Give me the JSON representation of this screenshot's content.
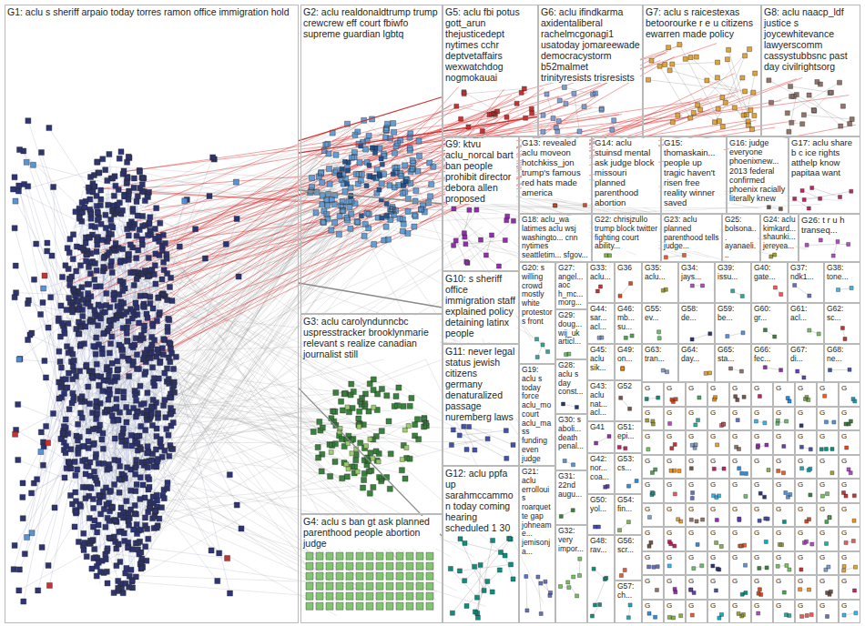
{
  "diagram": {
    "nodes": [
      {
        "text": [
          "G1: aclu s sheriff arpaio today torres ramon office immigration hold"
        ]
      },
      {
        "text": [
          "G2: aclu realdonaldtrump trump crewcrew eff court fbiwfo supreme guardian lgbtq"
        ]
      },
      {
        "text": [
          "G3: aclu carolyndunncbc uspresstracker brooklynmarie relevant s realize canadian journalist still"
        ]
      },
      {
        "text": [
          "G4: aclu s ban gt ask planned parenthood people abortion judge"
        ]
      },
      {
        "text": [
          "G5: aclu fbi potus gott_arun thejusticedept nytimes cchr deptvetaffairs wexwatchdog nogmokauai"
        ]
      },
      {
        "text": [
          "G6: aclu ifindkarma axidentaliberal rachelmcgonagi1 usatoday jomareewade democracystorm b52malmet trinityresists trisresists"
        ]
      },
      {
        "text": [
          "G7: aclu s raicestexas betoorourke r e u citizens ewarren made policy"
        ]
      },
      {
        "text": [
          "G8: aclu naacp_ldf justice s joycewhitevance lawyerscomm cassystubbsnc past day civilrightsorg"
        ]
      },
      {
        "text": [
          "G9: ktvu aclu_norcal bart ban people prohibit director debora allen proposed"
        ]
      },
      {
        "text": [
          "G10: s sheriff office immigration staff explained policy detaining latinx people"
        ]
      },
      {
        "text": [
          "G11: never legal status jewish citizens germany denaturalized passage nuremberg laws"
        ]
      },
      {
        "text": [
          "G12: aclu ppfa up sarahmccammon today coming hearing scheduled 1 30"
        ]
      },
      {
        "text": [
          "G13: revealed aclu moveon hotchkiss_jon trump's famous red hats made america"
        ]
      },
      {
        "text": [
          "G14: aclu stuinsd mental ask judge block missouri planned parenthood abortion"
        ]
      },
      {
        "text": [
          "G15: thomaskain... people up tragic haven't risen free reality winner saved"
        ]
      },
      {
        "text": [
          "G16: judge everyone phoenixnew... 2013 federal confirmed phoenix racially literally knew"
        ]
      },
      {
        "text": [
          "G17: aclu share b c ice rights atthelp know papitaa want"
        ]
      },
      {
        "text": [
          "G18: aclu_wa latimes aclu wsj washingto... cnn nytimes seattletim... sfgov..."
        ]
      },
      {
        "text": [
          "G22: chrisjzullo trump block twitter fighting court ability..."
        ]
      },
      {
        "text": [
          "G23: aclu planned parenthood tells judge..."
        ]
      },
      {
        "text": [
          "G25: bolsona... ayanaeli..."
        ]
      },
      {
        "text": [
          "G24: aclu kimkard... shaunki... jereyea..."
        ]
      },
      {
        "text": [
          "G26: t r u h transeq..."
        ]
      },
      {
        "text": [
          "G20: s willing crowd mostly white protestors front"
        ]
      },
      {
        "text": [
          "G19: aclu s today force aclu_mo court aclu_mass funding even judge"
        ]
      },
      {
        "text": [
          "G21: aclu errollouis roarquette gap johneame... jemisonja..."
        ]
      },
      {
        "text": [
          "G27: angel... aoc h_mc... morg..."
        ]
      },
      {
        "text": [
          "G29: doug... wij_uk articl..."
        ]
      },
      {
        "text": [
          "G28: aclu s day const..."
        ]
      },
      {
        "text": [
          "G30: s aboli... death penal..."
        ]
      },
      {
        "text": [
          "G31: 22nd augu..."
        ]
      },
      {
        "text": [
          "G32: very impor..."
        ]
      },
      {
        "text": [
          "G33: aclu..."
        ]
      },
      {
        "text": [
          "G44: sar... acl..."
        ]
      },
      {
        "text": [
          "G45: aclu sik..."
        ]
      },
      {
        "text": [
          "G43: aclu nat... acl..."
        ]
      },
      {
        "text": [
          "G41"
        ]
      },
      {
        "text": [
          "G42: nor... coa..."
        ]
      },
      {
        "text": [
          "G50: yol..."
        ]
      },
      {
        "text": [
          "G48: rav..."
        ]
      },
      {
        "text": [
          "G36"
        ]
      },
      {
        "text": [
          "G46: mb... su..."
        ]
      },
      {
        "text": [
          "G49: on..."
        ]
      },
      {
        "text": [
          "G52"
        ]
      },
      {
        "text": [
          "G51: epi..."
        ]
      },
      {
        "text": [
          "G53: cs..."
        ]
      },
      {
        "text": [
          "G54: fin..."
        ]
      },
      {
        "text": [
          "G56: scr..."
        ]
      },
      {
        "text": [
          "G57: ch..."
        ]
      },
      {
        "text": [
          "G35: aclu..."
        ]
      },
      {
        "text": [
          "G34: jays..."
        ]
      },
      {
        "text": [
          "G39: issu..."
        ]
      },
      {
        "text": [
          "G40: gate..."
        ]
      },
      {
        "text": [
          "G37: ndk1..."
        ]
      },
      {
        "text": [
          "G38: tone..."
        ]
      },
      {
        "text": [
          "G55: ev..."
        ]
      },
      {
        "text": [
          "G58: de..."
        ]
      },
      {
        "text": [
          "G59: be..."
        ]
      },
      {
        "text": [
          "G60: gr..."
        ]
      },
      {
        "text": [
          "G61: acl..."
        ]
      },
      {
        "text": [
          "G62: sc..."
        ]
      },
      {
        "text": [
          "G63: tran..."
        ]
      },
      {
        "text": [
          "G64: day..."
        ]
      },
      {
        "text": [
          "G65: sta..."
        ]
      },
      {
        "text": [
          "G66: fec..."
        ]
      },
      {
        "text": [
          "G67: di..."
        ]
      },
      {
        "text": [
          "G68: ne..."
        ]
      },
      {
        "text": [
          "G"
        ]
      },
      {
        "text": [
          "G"
        ]
      },
      {
        "text": [
          "G"
        ]
      },
      {
        "text": [
          "G"
        ]
      },
      {
        "text": [
          "G"
        ]
      },
      {
        "text": [
          "G"
        ]
      },
      {
        "text": [
          "G"
        ]
      },
      {
        "text": [
          "G"
        ]
      },
      {
        "text": [
          "G"
        ]
      },
      {
        "text": [
          "G"
        ]
      },
      {
        "text": [
          "G"
        ]
      },
      {
        "text": [
          "G"
        ]
      },
      {
        "text": [
          "G"
        ]
      },
      {
        "text": [
          "G"
        ]
      },
      {
        "text": [
          "G"
        ]
      },
      {
        "text": [
          "G"
        ]
      },
      {
        "text": [
          "G"
        ]
      },
      {
        "text": [
          "G"
        ]
      },
      {
        "text": [
          "G"
        ]
      },
      {
        "text": [
          "G"
        ]
      },
      {
        "text": [
          "G"
        ]
      },
      {
        "text": [
          "G"
        ]
      },
      {
        "text": [
          "G"
        ]
      },
      {
        "text": [
          "G"
        ]
      },
      {
        "text": [
          "G"
        ]
      },
      {
        "text": [
          "G"
        ]
      },
      {
        "text": [
          "G"
        ]
      },
      {
        "text": [
          "G"
        ]
      },
      {
        "text": [
          "G"
        ]
      },
      {
        "text": [
          "G"
        ]
      },
      {
        "text": [
          "G"
        ]
      },
      {
        "text": [
          "G"
        ]
      },
      {
        "text": [
          "G"
        ]
      },
      {
        "text": [
          "G"
        ]
      },
      {
        "text": [
          "G"
        ]
      },
      {
        "text": [
          "G"
        ]
      },
      {
        "text": [
          "G"
        ]
      },
      {
        "text": [
          "G"
        ]
      },
      {
        "text": [
          "G"
        ]
      },
      {
        "text": [
          "G"
        ]
      },
      {
        "text": [
          "G"
        ]
      },
      {
        "text": [
          "G"
        ]
      },
      {
        "text": [
          "G"
        ]
      },
      {
        "text": [
          "G"
        ]
      },
      {
        "text": [
          "G"
        ]
      },
      {
        "text": [
          "G"
        ]
      },
      {
        "text": [
          "G"
        ]
      },
      {
        "text": [
          "G"
        ]
      },
      {
        "text": [
          "G"
        ]
      },
      {
        "text": [
          "G"
        ]
      },
      {
        "text": [
          "G"
        ]
      },
      {
        "text": [
          "G"
        ]
      },
      {
        "text": [
          "G"
        ]
      },
      {
        "text": [
          "G"
        ]
      },
      {
        "text": [
          "G"
        ]
      },
      {
        "text": [
          "G"
        ]
      },
      {
        "text": [
          "G"
        ]
      },
      {
        "text": [
          "G"
        ]
      },
      {
        "text": [
          "G"
        ]
      },
      {
        "text": [
          "G"
        ]
      },
      {
        "text": [
          "G"
        ]
      },
      {
        "text": [
          "G"
        ]
      },
      {
        "text": [
          "G"
        ]
      },
      {
        "text": [
          "G"
        ]
      },
      {
        "text": [
          "G"
        ]
      },
      {
        "text": [
          "G"
        ]
      },
      {
        "text": [
          "G"
        ]
      },
      {
        "text": [
          "G"
        ]
      },
      {
        "text": [
          "G"
        ]
      },
      {
        "text": [
          "G"
        ]
      },
      {
        "text": [
          "G"
        ]
      },
      {
        "text": [
          "G"
        ]
      },
      {
        "text": [
          "G"
        ]
      },
      {
        "text": [
          "G"
        ]
      },
      {
        "text": [
          "G"
        ]
      },
      {
        "text": [
          "G"
        ]
      },
      {
        "text": [
          "G"
        ]
      },
      {
        "text": [
          "G"
        ]
      },
      {
        "text": [
          "G"
        ]
      },
      {
        "text": [
          "G"
        ]
      },
      {
        "text": [
          "G"
        ]
      },
      {
        "text": [
          "G"
        ]
      },
      {
        "text": [
          "G"
        ]
      },
      {
        "text": [
          "G"
        ]
      },
      {
        "text": [
          "G"
        ]
      },
      {
        "text": [
          "G"
        ]
      },
      {
        "text": [
          "G"
        ]
      },
      {
        "text": [
          "G"
        ]
      },
      {
        "text": [
          "G"
        ]
      },
      {
        "text": [
          "G"
        ]
      },
      {
        "text": [
          "G"
        ]
      },
      {
        "text": [
          "G"
        ]
      },
      {
        "text": [
          "G"
        ]
      },
      {
        "text": [
          "G"
        ]
      },
      {
        "text": [
          "G"
        ]
      },
      {
        "text": [
          "G"
        ]
      },
      {
        "text": [
          "G"
        ]
      },
      {
        "text": [
          "G"
        ]
      },
      {
        "text": [
          "G"
        ]
      },
      {
        "text": [
          "G"
        ]
      }
    ],
    "edges": [
      {
        "from": 0,
        "to": 4,
        "arrow": "none"
      },
      {
        "from": 0,
        "to": 5,
        "arrow": "none"
      },
      {
        "from": 0,
        "to": 8,
        "arrow": "none"
      },
      {
        "from": 0,
        "to": 9,
        "arrow": "none"
      },
      {
        "from": 0,
        "to": 11,
        "arrow": "none"
      }
    ]
  }
}
